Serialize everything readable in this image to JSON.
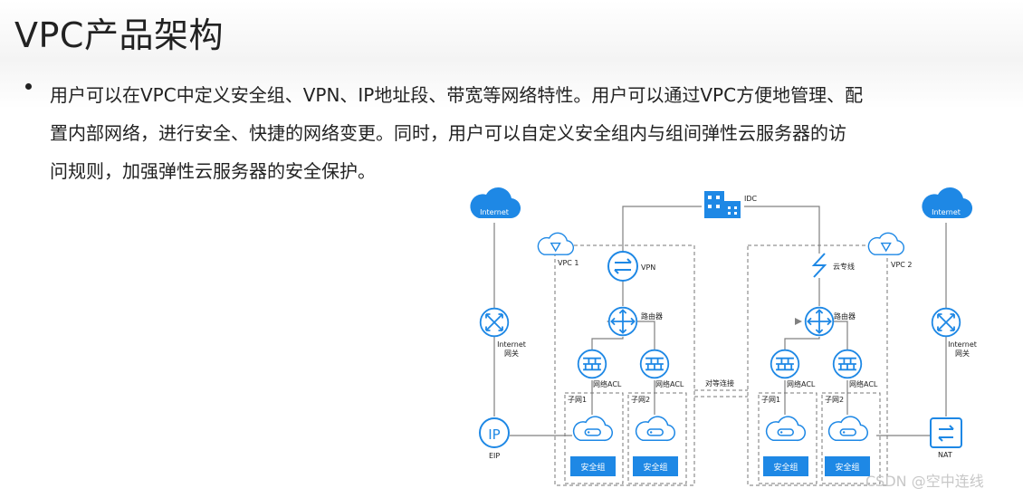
{
  "title": "VPC产品架构",
  "bullet": {
    "lines": [
      "用户可以在VPC中定义安全组、VPN、IP地址段、带宽等网络特性。用户可以通过VPC方便地管理、配",
      "置内部网络，进行安全、快捷的网络变更。同时，用户可以自定义安全组内与组间弹性云服务器的访",
      "问规则，加强弹性云服务器的安全保护。"
    ]
  },
  "diagram": {
    "idc_label": "IDC",
    "internet_left": "Internet",
    "internet_right": "Internet",
    "vpc1_label": "VPC 1",
    "vpc2_label": "VPC 2",
    "vpn_label": "VPN",
    "direct_connect_label": "云专线",
    "router1_label": "路由器",
    "router2_label": "路由器",
    "gateway_left_line1": "Internet",
    "gateway_left_line2": "网关",
    "gateway_right_line1": "Internet",
    "gateway_right_line2": "网关",
    "acl_label": "网络ACL",
    "subnet1_label": "子网1",
    "subnet2_label": "子网2",
    "peering_label": "对等连接",
    "eip_label": "EIP",
    "nat_label": "NAT",
    "security_group_label": "安全组",
    "ip_icon_text": "IP",
    "colors": {
      "accent": "#1e88e5",
      "line": "#808080"
    }
  },
  "watermark": "CSDN @空中连线"
}
